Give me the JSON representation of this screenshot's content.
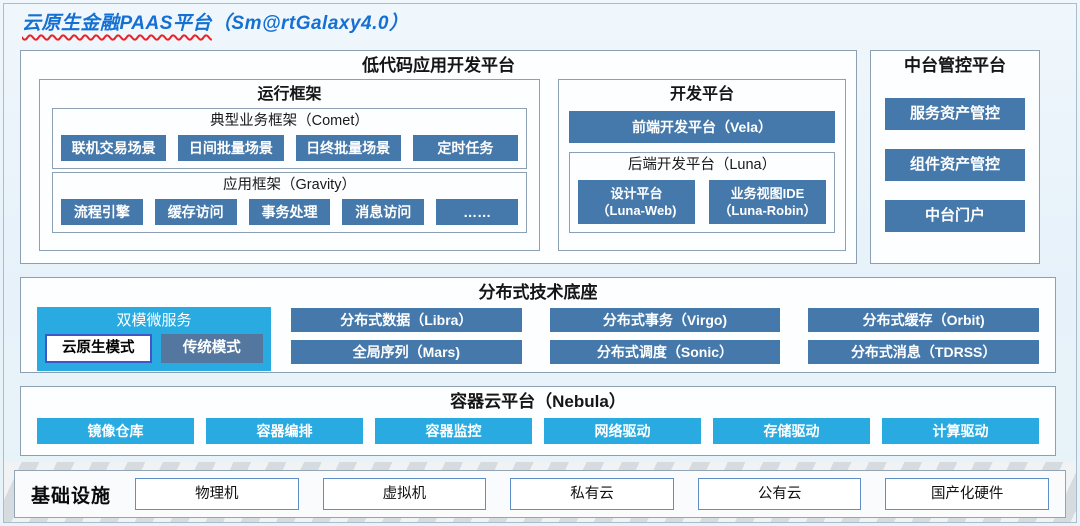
{
  "title": {
    "part1": "云原生金融PAAS平台",
    "part2": "（Sm@rtGalaxy4.0）"
  },
  "colors": {
    "title_blue": "#1470d2",
    "underline_red": "#e8242a",
    "steel_blue_button": "#4679ab",
    "cyan_button": "#29abe2",
    "muted_blue_button": "#54779f",
    "panel_border": "#8da0b3",
    "page_background": "#e6f1f9"
  },
  "low_code": {
    "title": "低代码应用开发平台",
    "runtime": {
      "title": "运行框架",
      "comet": {
        "title": "典型业务框架（Comet）",
        "items": [
          "联机交易场景",
          "日间批量场景",
          "日终批量场景",
          "定时任务"
        ]
      },
      "gravity": {
        "title": "应用框架（Gravity）",
        "items": [
          "流程引擎",
          "缓存访问",
          "事务处理",
          "消息访问",
          "……"
        ]
      }
    },
    "dev": {
      "title": "开发平台",
      "vela": "前端开发平台（Vela）",
      "luna": {
        "title": "后端开发平台（Luna）",
        "items": [
          {
            "line1": "设计平台",
            "line2": "（Luna-Web)"
          },
          {
            "line1": "业务视图IDE",
            "line2": "（Luna-Robin）"
          }
        ]
      }
    }
  },
  "mid_platform": {
    "title": "中台管控平台",
    "items": [
      "服务资产管控",
      "组件资产管控",
      "中台门户"
    ]
  },
  "distributed": {
    "title": "分布式技术底座",
    "dual_mode": {
      "title": "双模微服务",
      "cloud_native": "云原生模式",
      "traditional": "传统模式"
    },
    "grid": [
      "分布式数据（Libra）",
      "分布式事务（Virgo)",
      "分布式缓存（Orbit)",
      "全局序列（Mars)",
      "分布式调度（Sonic）",
      "分布式消息（TDRSS）"
    ]
  },
  "container_cloud": {
    "title": "容器云平台（Nebula）",
    "items": [
      "镜像仓库",
      "容器编排",
      "容器监控",
      "网络驱动",
      "存储驱动",
      "计算驱动"
    ]
  },
  "infrastructure": {
    "title": "基础设施",
    "items": [
      "物理机",
      "虚拟机",
      "私有云",
      "公有云",
      "国产化硬件"
    ]
  }
}
